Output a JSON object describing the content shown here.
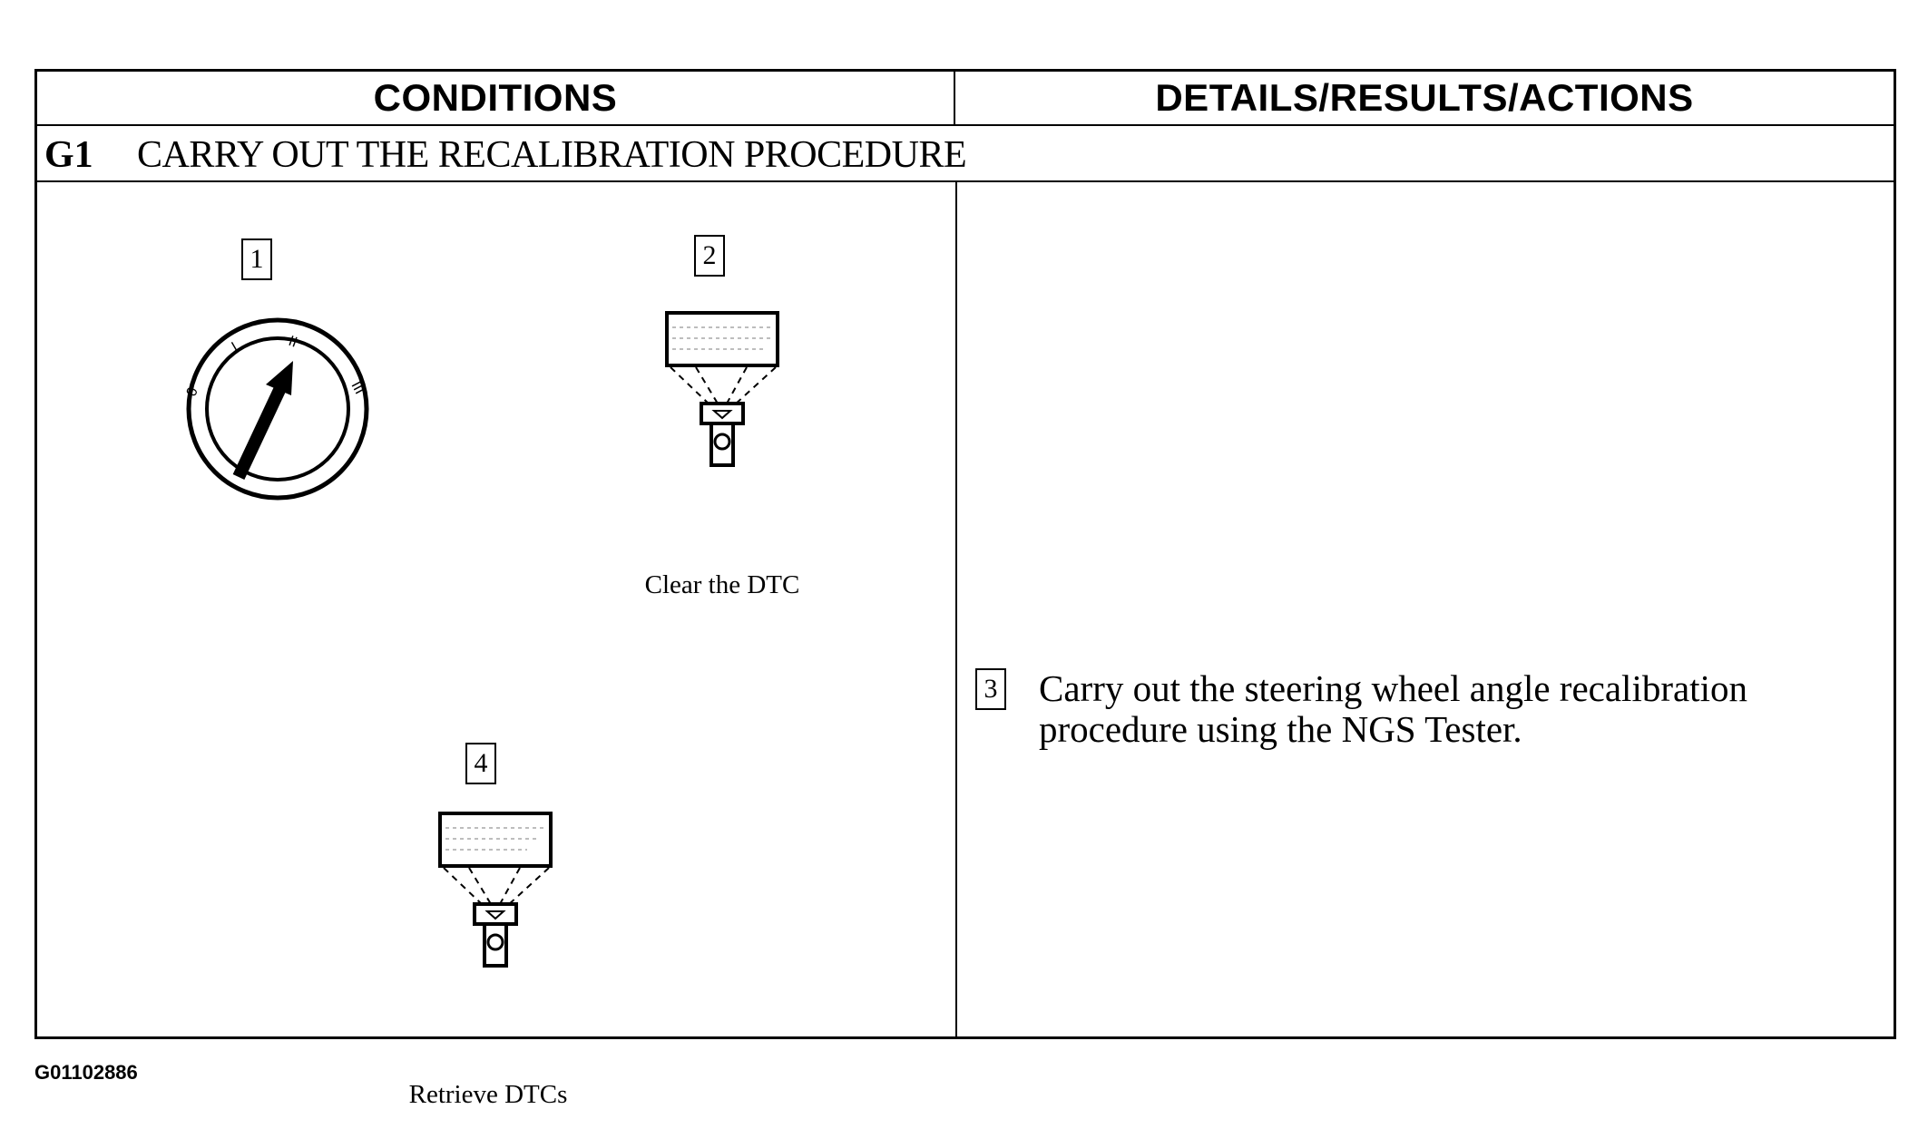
{
  "table": {
    "headers": [
      "CONDITIONS",
      "DETAILS/RESULTS/ACTIONS"
    ],
    "step_code": "G1",
    "step_title": "CARRY OUT THE RECALIBRATION PROCEDURE"
  },
  "conditions": {
    "step1": {
      "number": "1",
      "switch_labels": [
        "0",
        "I",
        "II",
        "III"
      ]
    },
    "step2": {
      "number": "2",
      "caption": "Clear the DTC"
    },
    "step4": {
      "number": "4",
      "caption": "Retrieve DTCs"
    }
  },
  "actions": {
    "step3": {
      "number": "3",
      "text": "Carry out the steering wheel angle recalibration procedure using the NGS Tester."
    }
  },
  "footer": {
    "figure_id": "G01102886"
  }
}
